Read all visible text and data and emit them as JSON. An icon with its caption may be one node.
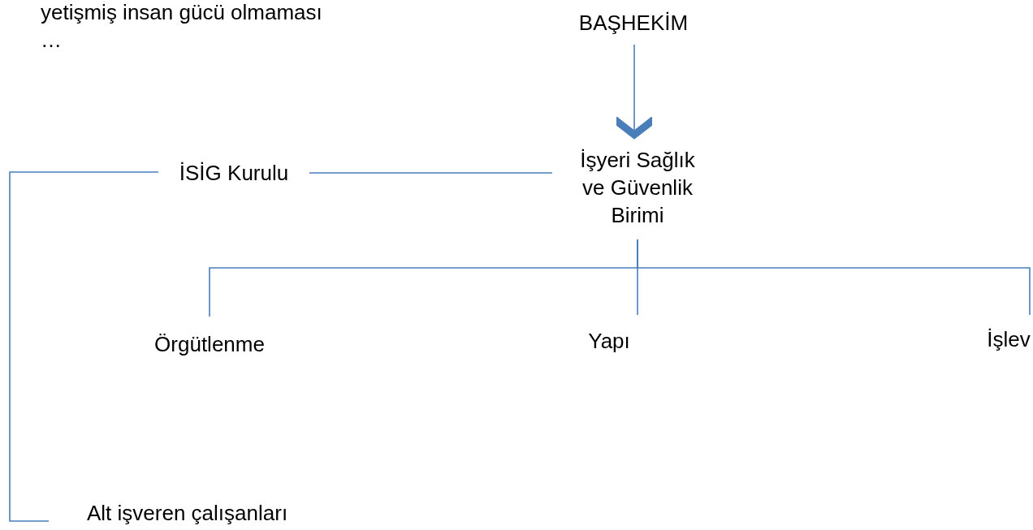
{
  "diagram": {
    "nodes": [
      {
        "text": [
          "BAŞHEKİM"
        ]
      },
      {
        "text": [
          "İşyeri Sağlık ve Güvenlik Birimi"
        ]
      },
      {
        "text": [
          "İSİG Kurulu"
        ]
      },
      {
        "text": [
          "Örgütlenme"
        ]
      },
      {
        "text": [
          "Yapı"
        ]
      },
      {
        "text": [
          "İşlev"
        ]
      },
      {
        "text": [
          "Alt işveren çalışanları"
        ]
      }
    ],
    "edges": [
      {
        "from": 0,
        "to": 1,
        "arrow": "to"
      },
      {
        "from": 2,
        "to": 1,
        "arrow": "none"
      },
      {
        "from": 1,
        "to": 3,
        "arrow": "none"
      },
      {
        "from": 1,
        "to": 4,
        "arrow": "none"
      },
      {
        "from": 1,
        "to": 5,
        "arrow": "none"
      },
      {
        "from": 2,
        "to": 6,
        "arrow": "none"
      }
    ],
    "labels": [
      "yetişmiş insan gücü olmaması",
      "…"
    ]
  }
}
